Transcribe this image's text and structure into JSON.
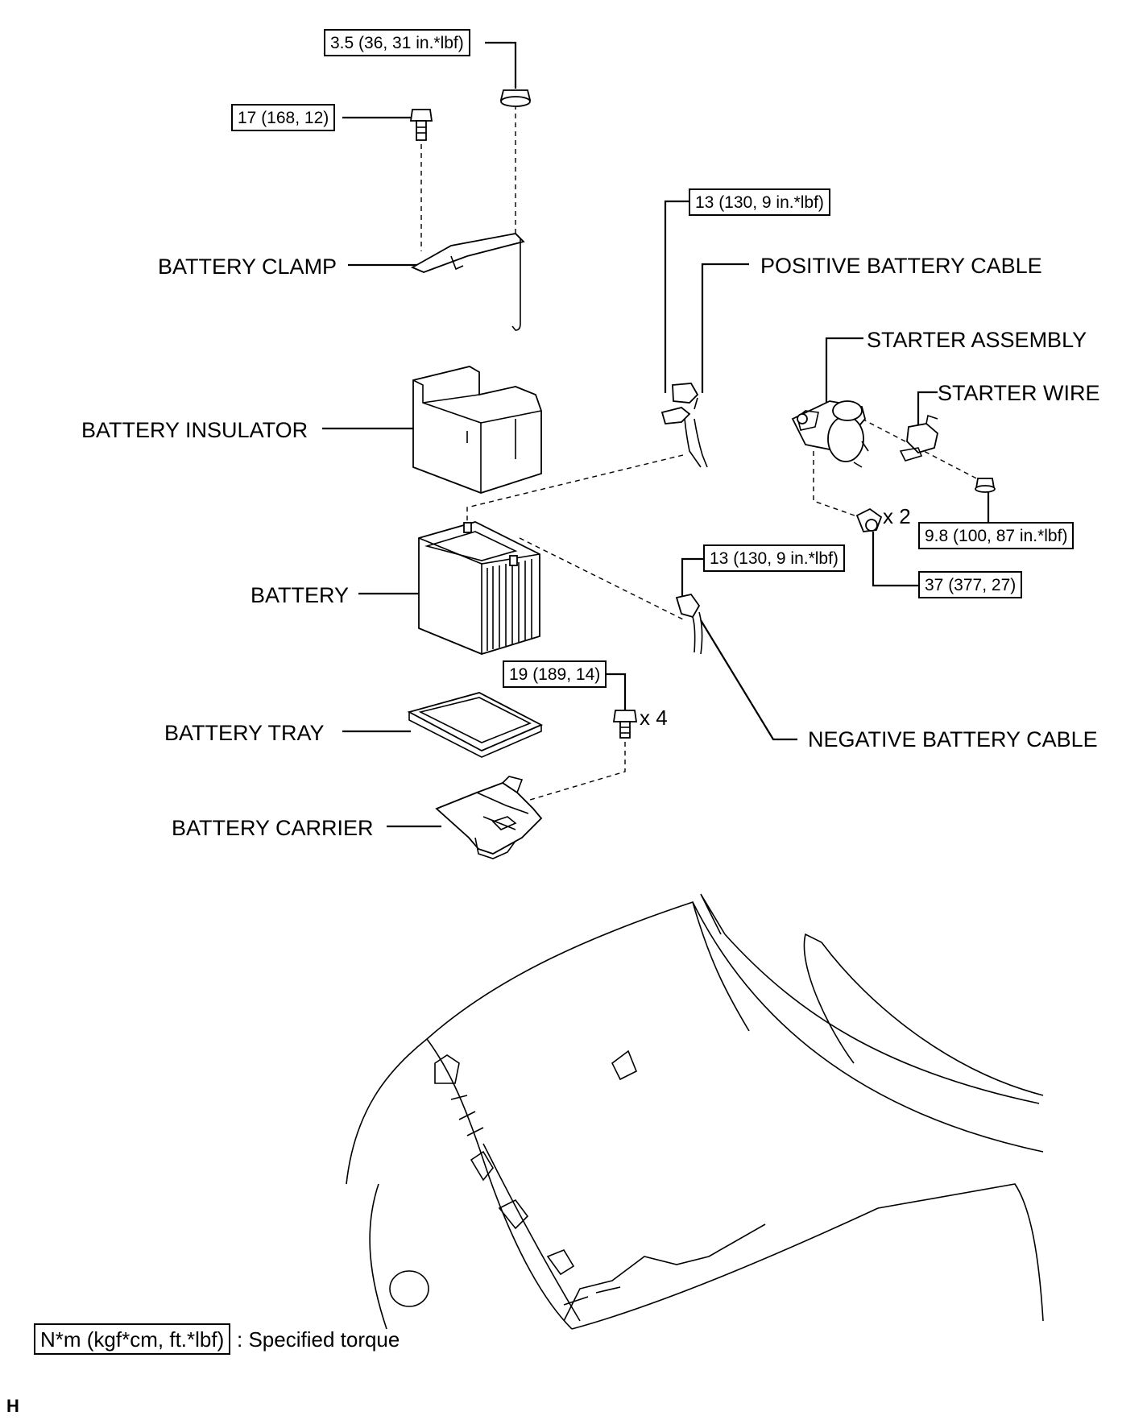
{
  "figure_id": "H",
  "parts": {
    "battery_clamp": "BATTERY CLAMP",
    "battery_insulator": "BATTERY INSULATOR",
    "battery": "BATTERY",
    "battery_tray": "BATTERY TRAY",
    "battery_carrier": "BATTERY CARRIER",
    "positive_battery_cable": "POSITIVE BATTERY CABLE",
    "starter_assembly": "STARTER ASSEMBLY",
    "starter_wire": "STARTER WIRE",
    "negative_battery_cable": "NEGATIVE BATTERY CABLE"
  },
  "torques": {
    "clamp_nut": "3.5 (36, 31 in.*lbf)",
    "clamp_bolt": "17 (168, 12)",
    "positive_terminal": "13 (130, 9 in.*lbf)",
    "negative_terminal": "13 (130, 9 in.*lbf)",
    "starter_wire_nut": "9.8 (100, 87 in.*lbf)",
    "starter_bolt": "37 (377, 27)",
    "carrier_bolt": "19 (189, 14)"
  },
  "multipliers": {
    "starter_bolts": "x 2",
    "carrier_bolts": "x 4"
  },
  "legend": {
    "unit_box": "N*m (kgf*cm, ft.*lbf)",
    "description": ": Specified torque"
  }
}
